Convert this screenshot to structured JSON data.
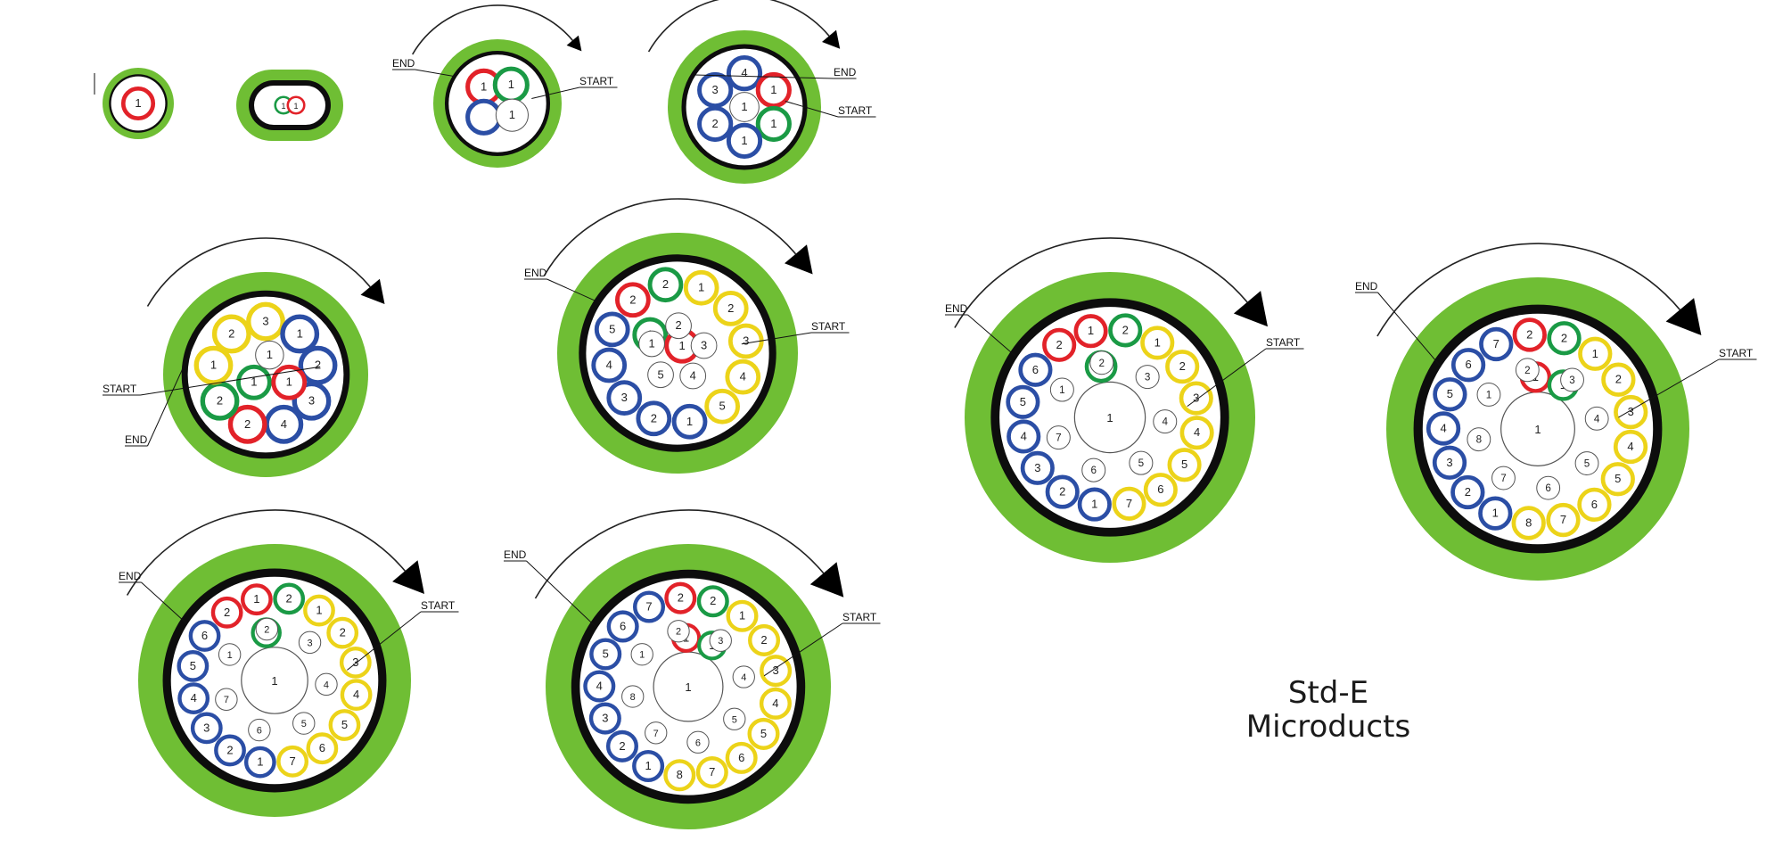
{
  "caption": {
    "line1": "Std-E",
    "line2": "Microducts"
  },
  "labels": {
    "start": "START",
    "end": "END"
  },
  "colors": {
    "jacket": "#6fbe34",
    "sheath": "#0d0d0d",
    "core": "#ffffff",
    "red": "#e22229",
    "green": "#1a9a45",
    "blue": "#2b4ea5",
    "yellow": "#ecd319",
    "plain": "#555555"
  },
  "cables": [
    {
      "id": "c1",
      "shape": "round",
      "tubes": [
        {
          "c": "red",
          "n": "1"
        }
      ]
    },
    {
      "id": "c2",
      "shape": "oval",
      "tubes": [
        {
          "c": "green",
          "n": "1"
        },
        {
          "c": "red",
          "n": "1"
        }
      ]
    },
    {
      "id": "c3",
      "start": true,
      "end": true,
      "arrow": true,
      "tubes": [
        {
          "c": "red",
          "n": "1"
        },
        {
          "c": "green",
          "n": "1"
        },
        {
          "c": "blue",
          "n": ""
        },
        {
          "c": "plain",
          "n": "1"
        }
      ]
    },
    {
      "id": "c4",
      "start": true,
      "end": true,
      "arrow": true,
      "tubes": [
        {
          "c": "blue",
          "n": "4"
        },
        {
          "c": "red",
          "n": "1"
        },
        {
          "c": "green",
          "n": "1"
        },
        {
          "c": "blue",
          "n": "1"
        },
        {
          "c": "blue",
          "n": "2"
        },
        {
          "c": "blue",
          "n": "3"
        },
        {
          "c": "plain",
          "n": "1"
        }
      ]
    },
    {
      "id": "c5",
      "start": true,
      "end": true,
      "arrow": true,
      "tubes": [
        {
          "c": "yellow",
          "n": "3"
        },
        {
          "c": "blue",
          "n": "1"
        },
        {
          "c": "blue",
          "n": "2"
        },
        {
          "c": "blue",
          "n": "3"
        },
        {
          "c": "blue",
          "n": "4"
        },
        {
          "c": "red",
          "n": "2"
        },
        {
          "c": "green",
          "n": "2"
        },
        {
          "c": "yellow",
          "n": "1"
        },
        {
          "c": "yellow",
          "n": "2"
        },
        {
          "c": "green",
          "n": "1"
        },
        {
          "c": "red",
          "n": "1"
        },
        {
          "c": "plain",
          "n": "1"
        }
      ]
    },
    {
      "id": "c6",
      "start": true,
      "end": true,
      "arrow": true,
      "tubes": [
        {
          "c": "yellow",
          "n": "1"
        },
        {
          "c": "yellow",
          "n": "2"
        },
        {
          "c": "yellow",
          "n": "3"
        },
        {
          "c": "yellow",
          "n": "4"
        },
        {
          "c": "yellow",
          "n": "5"
        },
        {
          "c": "blue",
          "n": "1"
        },
        {
          "c": "blue",
          "n": "2"
        },
        {
          "c": "blue",
          "n": "3"
        },
        {
          "c": "blue",
          "n": "4"
        },
        {
          "c": "blue",
          "n": "5"
        },
        {
          "c": "red",
          "n": "2"
        },
        {
          "c": "green",
          "n": "2"
        },
        {
          "c": "green",
          "n": "1"
        },
        {
          "c": "red",
          "n": "1"
        },
        {
          "c": "plain",
          "n": "1"
        },
        {
          "c": "plain",
          "n": "2"
        },
        {
          "c": "plain",
          "n": "3"
        },
        {
          "c": "plain",
          "n": "4"
        },
        {
          "c": "plain",
          "n": "5"
        }
      ]
    },
    {
      "id": "c7",
      "start": true,
      "end": true,
      "arrow": true,
      "center": "1",
      "tubes": [
        {
          "c": "green",
          "n": "2"
        },
        {
          "c": "yellow",
          "n": "1"
        },
        {
          "c": "yellow",
          "n": "2"
        },
        {
          "c": "yellow",
          "n": "3"
        },
        {
          "c": "yellow",
          "n": "4"
        },
        {
          "c": "yellow",
          "n": "5"
        },
        {
          "c": "yellow",
          "n": "6"
        },
        {
          "c": "yellow",
          "n": "7"
        },
        {
          "c": "blue",
          "n": "1"
        },
        {
          "c": "blue",
          "n": "2"
        },
        {
          "c": "blue",
          "n": "3"
        },
        {
          "c": "blue",
          "n": "4"
        },
        {
          "c": "blue",
          "n": "5"
        },
        {
          "c": "blue",
          "n": "6"
        },
        {
          "c": "red",
          "n": "2"
        },
        {
          "c": "red",
          "n": "1"
        },
        {
          "c": "green",
          "n": "1"
        },
        {
          "c": "plain",
          "n": "1"
        },
        {
          "c": "plain",
          "n": "2"
        },
        {
          "c": "plain",
          "n": "3"
        },
        {
          "c": "plain",
          "n": "4"
        },
        {
          "c": "plain",
          "n": "5"
        },
        {
          "c": "plain",
          "n": "6"
        },
        {
          "c": "plain",
          "n": "7"
        }
      ]
    },
    {
      "id": "c8",
      "start": true,
      "end": true,
      "arrow": true,
      "center": "1",
      "tubes": [
        {
          "c": "red",
          "n": "2"
        },
        {
          "c": "green",
          "n": "2"
        },
        {
          "c": "yellow",
          "n": "1"
        },
        {
          "c": "yellow",
          "n": "2"
        },
        {
          "c": "yellow",
          "n": "3"
        },
        {
          "c": "yellow",
          "n": "4"
        },
        {
          "c": "yellow",
          "n": "5"
        },
        {
          "c": "yellow",
          "n": "6"
        },
        {
          "c": "yellow",
          "n": "7"
        },
        {
          "c": "yellow",
          "n": "8"
        },
        {
          "c": "blue",
          "n": "1"
        },
        {
          "c": "blue",
          "n": "2"
        },
        {
          "c": "blue",
          "n": "3"
        },
        {
          "c": "blue",
          "n": "4"
        },
        {
          "c": "blue",
          "n": "5"
        },
        {
          "c": "blue",
          "n": "6"
        },
        {
          "c": "blue",
          "n": "7"
        },
        {
          "c": "red",
          "n": "1"
        },
        {
          "c": "green",
          "n": "1"
        },
        {
          "c": "plain",
          "n": "1"
        },
        {
          "c": "plain",
          "n": "2"
        },
        {
          "c": "plain",
          "n": "3"
        },
        {
          "c": "plain",
          "n": "4"
        },
        {
          "c": "plain",
          "n": "5"
        },
        {
          "c": "plain",
          "n": "6"
        },
        {
          "c": "plain",
          "n": "7"
        },
        {
          "c": "plain",
          "n": "8"
        }
      ]
    },
    {
      "id": "c9",
      "start": true,
      "end": true,
      "arrow": true,
      "center": "1",
      "tubes": [
        {
          "c": "green",
          "n": "2"
        },
        {
          "c": "yellow",
          "n": "1"
        },
        {
          "c": "yellow",
          "n": "2"
        },
        {
          "c": "yellow",
          "n": "3"
        },
        {
          "c": "yellow",
          "n": "4"
        },
        {
          "c": "yellow",
          "n": "5"
        },
        {
          "c": "yellow",
          "n": "6"
        },
        {
          "c": "yellow",
          "n": "7"
        },
        {
          "c": "blue",
          "n": "1"
        },
        {
          "c": "blue",
          "n": "2"
        },
        {
          "c": "blue",
          "n": "3"
        },
        {
          "c": "blue",
          "n": "4"
        },
        {
          "c": "blue",
          "n": "5"
        },
        {
          "c": "blue",
          "n": "6"
        },
        {
          "c": "red",
          "n": "2"
        },
        {
          "c": "red",
          "n": "1"
        },
        {
          "c": "green",
          "n": "1"
        },
        {
          "c": "plain",
          "n": "1"
        },
        {
          "c": "plain",
          "n": "2"
        },
        {
          "c": "plain",
          "n": "3"
        },
        {
          "c": "plain",
          "n": "4"
        },
        {
          "c": "plain",
          "n": "5"
        },
        {
          "c": "plain",
          "n": "6"
        },
        {
          "c": "plain",
          "n": "7"
        }
      ]
    },
    {
      "id": "c10",
      "start": true,
      "end": true,
      "arrow": true,
      "center": "1",
      "tubes": [
        {
          "c": "red",
          "n": "2"
        },
        {
          "c": "green",
          "n": "2"
        },
        {
          "c": "yellow",
          "n": "1"
        },
        {
          "c": "yellow",
          "n": "2"
        },
        {
          "c": "yellow",
          "n": "3"
        },
        {
          "c": "yellow",
          "n": "4"
        },
        {
          "c": "yellow",
          "n": "5"
        },
        {
          "c": "yellow",
          "n": "6"
        },
        {
          "c": "yellow",
          "n": "7"
        },
        {
          "c": "yellow",
          "n": "8"
        },
        {
          "c": "blue",
          "n": "1"
        },
        {
          "c": "blue",
          "n": "2"
        },
        {
          "c": "blue",
          "n": "3"
        },
        {
          "c": "blue",
          "n": "4"
        },
        {
          "c": "blue",
          "n": "5"
        },
        {
          "c": "blue",
          "n": "6"
        },
        {
          "c": "blue",
          "n": "7"
        },
        {
          "c": "red",
          "n": "1"
        },
        {
          "c": "green",
          "n": "1"
        },
        {
          "c": "plain",
          "n": "1"
        },
        {
          "c": "plain",
          "n": "2"
        },
        {
          "c": "plain",
          "n": "3"
        },
        {
          "c": "plain",
          "n": "4"
        },
        {
          "c": "plain",
          "n": "5"
        },
        {
          "c": "plain",
          "n": "6"
        },
        {
          "c": "plain",
          "n": "7"
        },
        {
          "c": "plain",
          "n": "8"
        }
      ]
    }
  ]
}
